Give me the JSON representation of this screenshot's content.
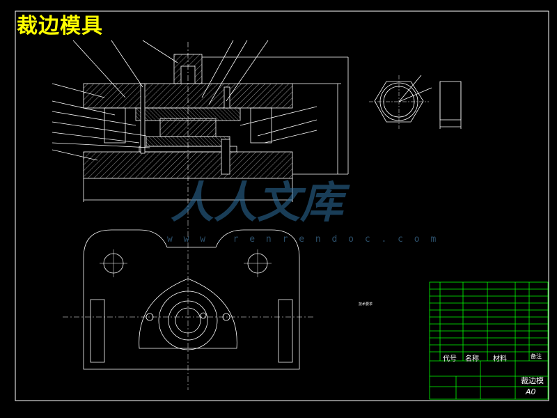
{
  "page_title": "裁边模具",
  "watermark": {
    "text": "人人文库",
    "url": "w w w . r e n r e n d o c . c o m"
  },
  "title_block": {
    "drawing_name": "裁边模",
    "sheet_size": "A0",
    "header_code": "代号",
    "header_name": "名称",
    "header_material": "材料",
    "header_note": "备注"
  },
  "tech_notes": {
    "title": "技术要求"
  },
  "colors": {
    "background": "#000000",
    "lines": "#ffffff",
    "title_block": "#00ff00",
    "title_text": "#ffff00",
    "watermark": "#2f6f9f"
  }
}
